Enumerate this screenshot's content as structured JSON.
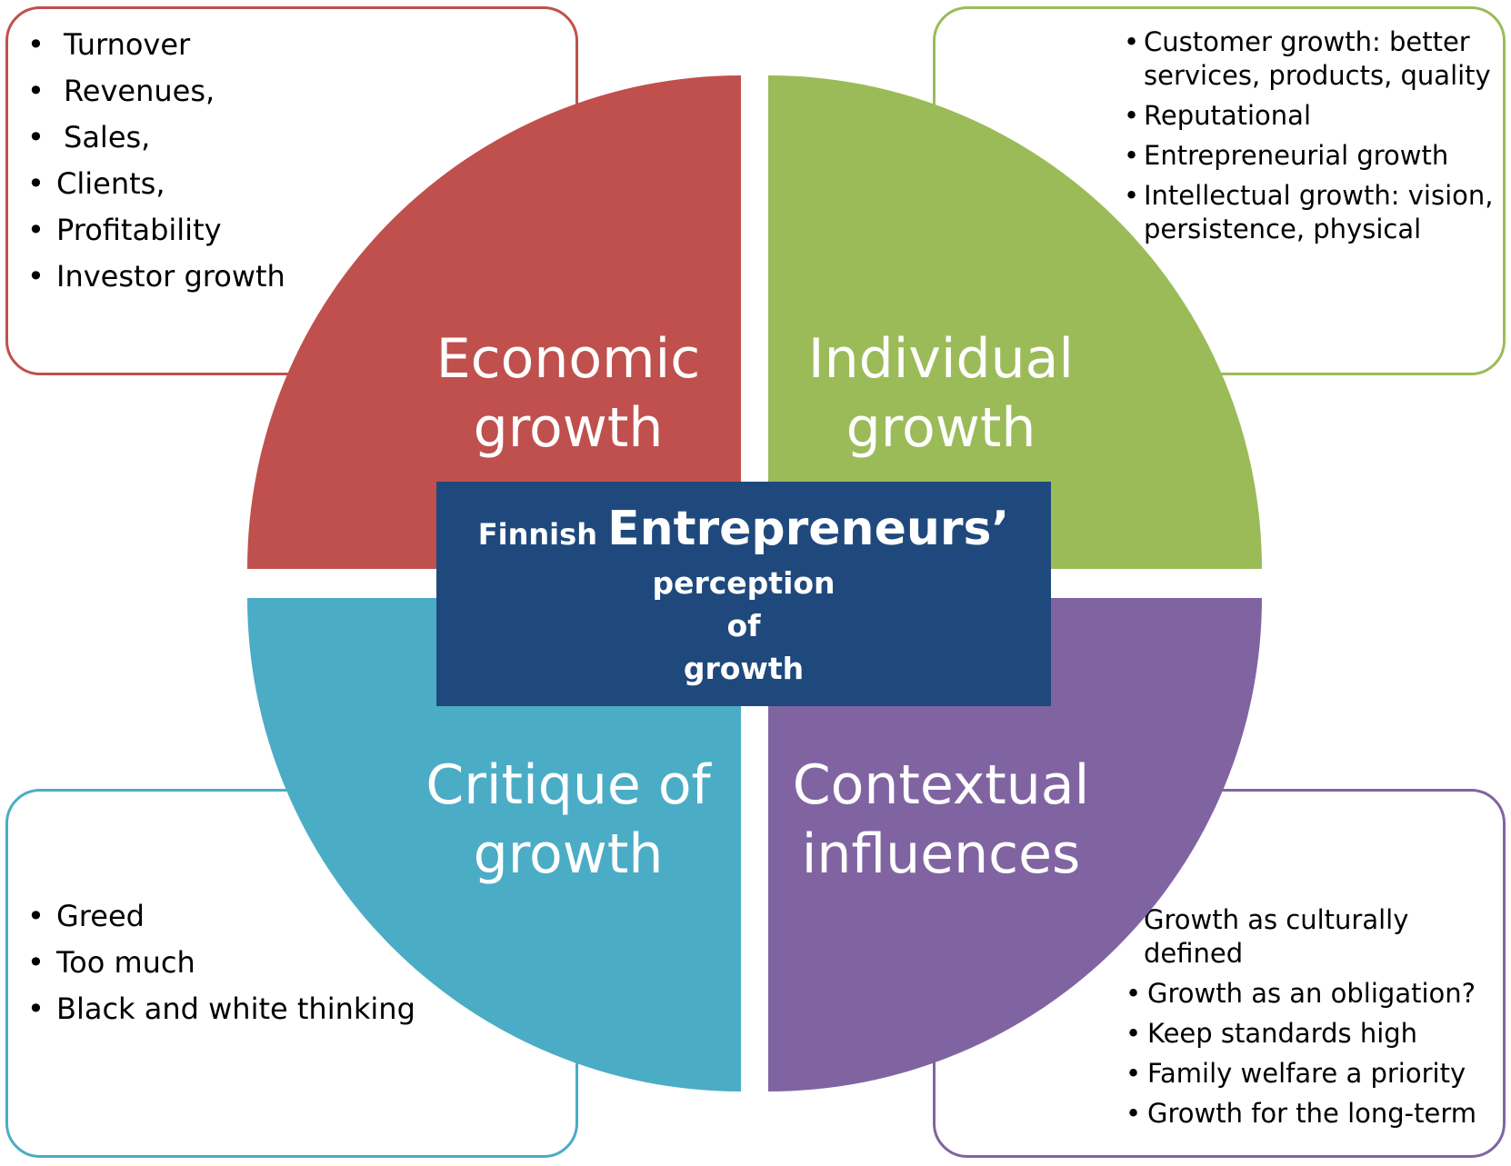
{
  "colors": {
    "economic": "#c0504d",
    "individual": "#9bbb59",
    "critique": "#4bacc6",
    "contextual": "#8064a2",
    "center": "#1f497d"
  },
  "center": {
    "word1": "Finnish",
    "word2": "Entrepreneurs’",
    "line2": "perception",
    "line3": "of",
    "line4": "growth"
  },
  "quadrants": {
    "economic": "Economic\ngrowth",
    "individual": "Individual\ngrowth",
    "critique": "Critique of\ngrowth",
    "contextual": "Contextual\ninfluences"
  },
  "lists": {
    "economic": [
      "Turnover",
      "Revenues,",
      "Sales,",
      "Clients,",
      "Profitability",
      "Investor growth"
    ],
    "individual": [
      "Customer growth: better services, products, quality",
      "Reputational",
      "Entrepreneurial growth",
      "Intellectual growth: vision, persistence, physical"
    ],
    "critique": [
      "Greed",
      "Too  much",
      "Black and white thinking"
    ],
    "contextual": [
      "Growth as culturally defined",
      "Growth as an obligation?",
      "Keep standards high",
      "Family welfare a priority",
      "Growth for the long-term"
    ]
  }
}
